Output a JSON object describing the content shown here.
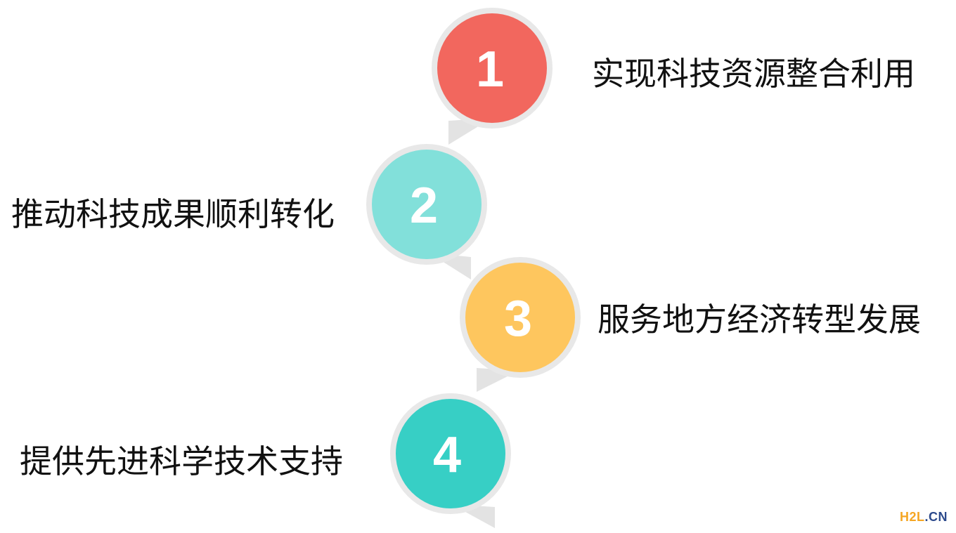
{
  "steps": [
    {
      "number": "1",
      "label": "实现科技资源整合利用",
      "color": "#f2675e"
    },
    {
      "number": "2",
      "label": "推动科技成果顺利转化",
      "color": "#82e0da"
    },
    {
      "number": "3",
      "label": "服务地方经济转型发展",
      "color": "#fec65e"
    },
    {
      "number": "4",
      "label": "提供先进科学技术支持",
      "color": "#37cfc5"
    }
  ],
  "watermark": {
    "part1": "H2L",
    "part2": ".CN"
  },
  "colors": {
    "ring": "#e8e8e8",
    "tail": "#e3e3e3",
    "text": "#111111"
  }
}
